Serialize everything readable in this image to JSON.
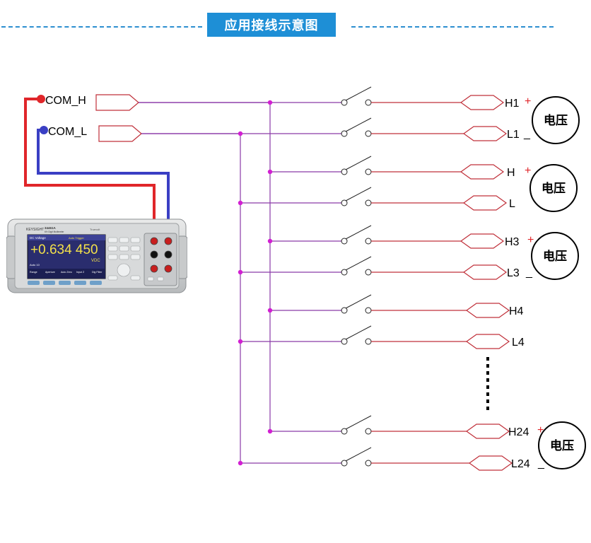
{
  "title": "应用接线示意图",
  "colors": {
    "title_bg": "#1e8fd6",
    "wire_com_h": "#e0262a",
    "wire_com_l": "#3a3fc4",
    "bus": "#8a3aa8",
    "channel_line": "#c0303a",
    "node": "#d21fd2"
  },
  "com": {
    "high_label": "COM_H",
    "low_label": "COM_L"
  },
  "channels": [
    {
      "label": "H1",
      "polarity": "+"
    },
    {
      "label": "L1",
      "polarity": "_"
    },
    {
      "label": "H",
      "polarity": "+"
    },
    {
      "label": "L",
      "polarity": ""
    },
    {
      "label": "H3",
      "polarity": "+"
    },
    {
      "label": "L3",
      "polarity": "_"
    },
    {
      "label": "H4",
      "polarity": ""
    },
    {
      "label": "L4",
      "polarity": ""
    },
    {
      "label": "H24",
      "polarity": "+"
    },
    {
      "label": "L24",
      "polarity": "_"
    }
  ],
  "sources": [
    {
      "label": "电压"
    },
    {
      "label": "电压"
    },
    {
      "label": "电压"
    },
    {
      "label": "电压"
    }
  ],
  "meter": {
    "brand": "KEYSIGHT",
    "model": "34461A",
    "subtitle": "6½ Digit Multimeter",
    "mode": "DC Voltage",
    "trigger": "Auto Trigger",
    "reading": "+0.634 450",
    "unit": "VDC",
    "range": "Auto 10",
    "truevolt": "Truevolt",
    "softkeys": [
      "Range",
      "Aperture",
      "Auto Zero",
      "Input Z",
      "Dig Filter"
    ]
  }
}
